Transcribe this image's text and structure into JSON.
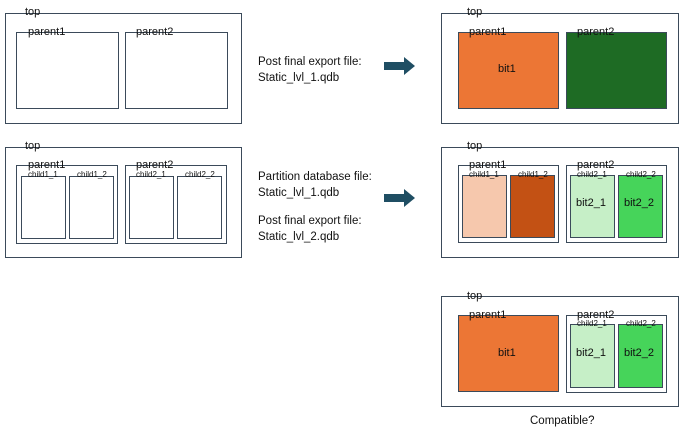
{
  "colors": {
    "orange": "#ec7635",
    "dark_green": "#1e6b24",
    "light_orange": "#f6c8ad",
    "dark_orange": "#c35114",
    "light_green": "#c6efc7",
    "green": "#46d45a",
    "arrow": "#1f4e63",
    "outline": "#3b4a5a"
  },
  "row1": {
    "left": {
      "top": "top",
      "parent1": "parent1",
      "parent2": "parent2"
    },
    "caption": {
      "line1": "Post final export file:",
      "line2": "Static_lvl_1.qdb"
    },
    "right": {
      "top": "top",
      "parent1": "parent1",
      "parent2": "parent2",
      "bit1": "bit1"
    }
  },
  "row2": {
    "left": {
      "top": "top",
      "parent1": "parent1",
      "parent2": "parent2",
      "child1_1": "child1_1",
      "child1_2": "child1_2",
      "child2_1": "child2_1",
      "child2_2": "child2_2"
    },
    "caption": {
      "line1": "Partition database file:",
      "line2": "Static_lvl_1.qdb",
      "line3": "Post final export file:",
      "line4": "Static_lvl_2.qdb"
    },
    "right": {
      "top": "top",
      "parent1": "parent1",
      "parent2": "parent2",
      "child1_1": "child1_1",
      "child1_2": "child1_2",
      "child2_1": "child2_1",
      "child2_2": "child2_2",
      "bit2_1": "bit2_1",
      "bit2_2": "bit2_2"
    }
  },
  "row3": {
    "right": {
      "top": "top",
      "parent1": "parent1",
      "parent2": "parent2",
      "child2_1": "child2_1",
      "child2_2": "child2_2",
      "bit1": "bit1",
      "bit2_1": "bit2_1",
      "bit2_2": "bit2_2"
    },
    "question": "Compatible?"
  }
}
